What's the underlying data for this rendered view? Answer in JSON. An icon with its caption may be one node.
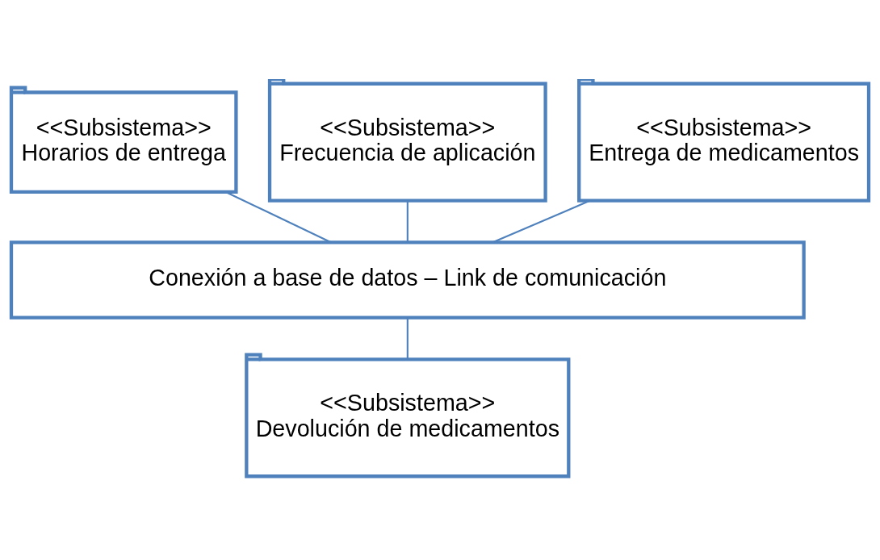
{
  "diagram": {
    "nodes": [
      {
        "text": [
          "<<Subsistema>>",
          "Horarios de entrega"
        ]
      },
      {
        "text": [
          "<<Subsistema>>",
          "Frecuencia de aplicación"
        ]
      },
      {
        "text": [
          "<<Subsistema>>",
          "Entrega de medicamentos"
        ]
      },
      {
        "text": [
          "Conexión a base de datos – Link de comunicación"
        ]
      },
      {
        "text": [
          "<<Subsistema>>",
          "Devolución de medicamentos"
        ]
      }
    ],
    "edges": [
      {
        "from": 0,
        "to": 3,
        "arrow": "none"
      },
      {
        "from": 1,
        "to": 3,
        "arrow": "none"
      },
      {
        "from": 2,
        "to": 3,
        "arrow": "none"
      },
      {
        "from": 3,
        "to": 4,
        "arrow": "none"
      }
    ]
  }
}
